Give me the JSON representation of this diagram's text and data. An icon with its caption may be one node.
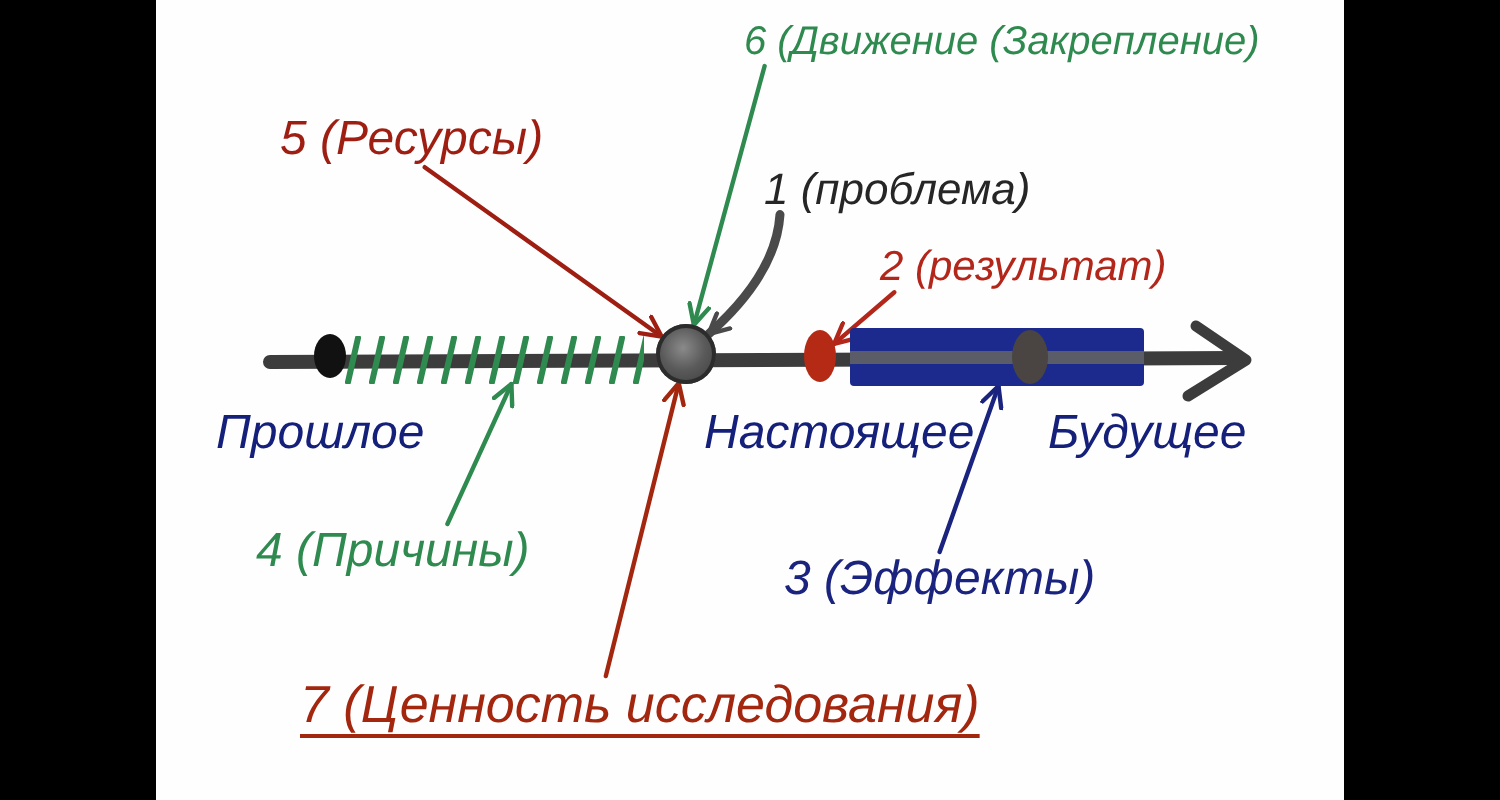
{
  "diagram": {
    "nodes": [
      {
        "text": [
          "6 (Движение (Закрепление)"
        ]
      },
      {
        "text": [
          "5 (Ресурсы)"
        ]
      },
      {
        "text": [
          "1 (проблема)"
        ]
      },
      {
        "text": [
          "2 (результат)"
        ]
      },
      {
        "text": [],
        "shape": "bar"
      },
      {
        "text": [],
        "shape": "circle"
      },
      {
        "text": [],
        "shape": "circle"
      },
      {
        "text": [],
        "shape": "bar"
      },
      {
        "text": [
          "4 (Причины)"
        ]
      },
      {
        "text": [
          "3 (Эффекты)"
        ]
      },
      {
        "text": [
          "7 (Ценность исследования)"
        ]
      }
    ],
    "edges": [
      {
        "from": 0,
        "to": 5,
        "arrow": "to",
        "color": "#2f8a4f"
      },
      {
        "from": 1,
        "to": 5,
        "arrow": "to",
        "color": "#9e1e12"
      },
      {
        "from": 2,
        "to": 5,
        "arrow": "to",
        "style": "thick",
        "color": "#4a4a4a"
      },
      {
        "from": 3,
        "to": 6,
        "arrow": "to",
        "color": "#b3261a"
      },
      {
        "from": 8,
        "to": 4,
        "arrow": "to",
        "color": "#2f8a4f"
      },
      {
        "from": 9,
        "to": 7,
        "arrow": "to",
        "color": "#1a237e"
      },
      {
        "from": 10,
        "to": 5,
        "arrow": "to",
        "color": "#a3260f"
      }
    ],
    "labels": [
      "Прошлое",
      "Настоящее",
      "Будущее"
    ]
  }
}
